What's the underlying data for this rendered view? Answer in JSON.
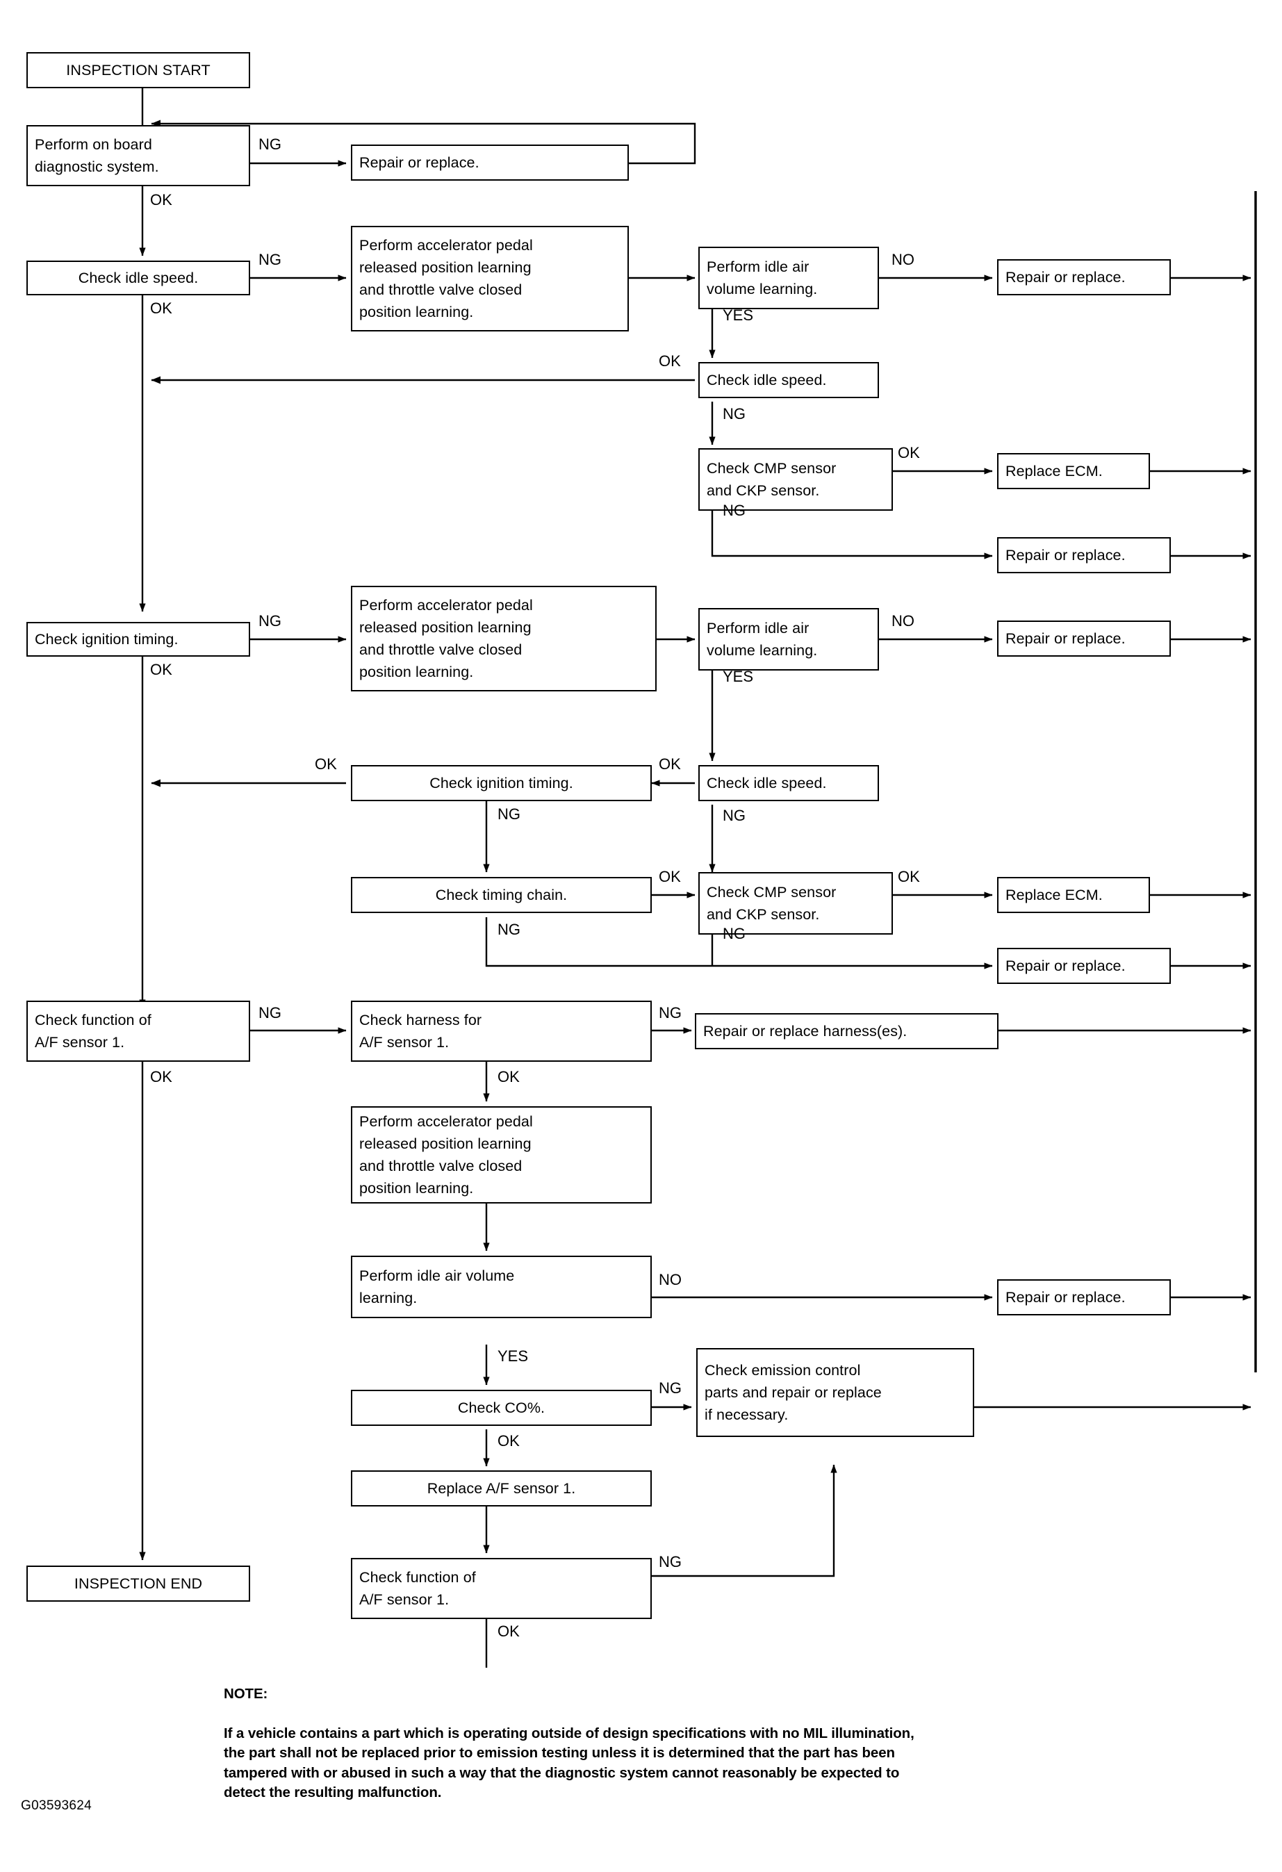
{
  "diagram": {
    "figure_id": "G03593624",
    "nodes": [
      {
        "id": "inspection-start",
        "label": "INSPECTION START"
      },
      {
        "id": "perform-obd",
        "label": "Perform on board\ndiagnostic system."
      },
      {
        "id": "repair-replace-1",
        "label": "Repair or replace."
      },
      {
        "id": "check-idle-speed-1",
        "label": "Check idle speed."
      },
      {
        "id": "perform-apl-1",
        "label": "Perform accelerator pedal\nreleased position learning\nand throttle valve closed\nposition learning."
      },
      {
        "id": "perform-iav-1",
        "label": "Perform idle air\nvolume learning."
      },
      {
        "id": "repair-replace-2",
        "label": "Repair or replace."
      },
      {
        "id": "check-idle-speed-2",
        "label": "Check idle speed."
      },
      {
        "id": "check-cmp-ckp-1",
        "label": "Check CMP sensor\nand CKP sensor."
      },
      {
        "id": "replace-ecm-1",
        "label": "Replace ECM."
      },
      {
        "id": "repair-replace-3",
        "label": "Repair or replace."
      },
      {
        "id": "check-ignition-timing-1",
        "label": "Check ignition timing."
      },
      {
        "id": "perform-apl-2",
        "label": "Perform accelerator pedal\nreleased position learning\nand throttle valve closed\nposition learning."
      },
      {
        "id": "perform-iav-2",
        "label": "Perform idle air\nvolume learning."
      },
      {
        "id": "repair-replace-4",
        "label": "Repair or replace."
      },
      {
        "id": "check-ignition-timing-2",
        "label": "Check ignition timing."
      },
      {
        "id": "check-idle-speed-3",
        "label": "Check idle speed."
      },
      {
        "id": "check-timing-chain",
        "label": "Check timing chain."
      },
      {
        "id": "check-cmp-ckp-2",
        "label": "Check CMP sensor\nand CKP sensor."
      },
      {
        "id": "replace-ecm-2",
        "label": "Replace ECM."
      },
      {
        "id": "repair-replace-5",
        "label": "Repair or replace."
      },
      {
        "id": "check-af-function-1",
        "label": "Check function of\nA/F sensor 1."
      },
      {
        "id": "check-af-harness",
        "label": "Check harness for\nA/F sensor 1."
      },
      {
        "id": "repair-replace-harness",
        "label": "Repair or replace harness(es)."
      },
      {
        "id": "perform-apl-3",
        "label": "Perform accelerator pedal\nreleased position learning\nand throttle valve closed\nposition learning."
      },
      {
        "id": "perform-iav-3",
        "label": "Perform idle air volume\nlearning."
      },
      {
        "id": "repair-replace-6",
        "label": "Repair or replace."
      },
      {
        "id": "check-co",
        "label": "Check CO%."
      },
      {
        "id": "check-emission-control",
        "label": "Check emission control\nparts and repair or replace\nif necessary."
      },
      {
        "id": "replace-af-sensor",
        "label": "Replace A/F sensor 1."
      },
      {
        "id": "check-af-function-2",
        "label": "Check function of\nA/F sensor 1."
      },
      {
        "id": "inspection-end",
        "label": "INSPECTION END"
      }
    ],
    "edge_labels": [
      {
        "id": "lbl-obd-ng",
        "text": "NG"
      },
      {
        "id": "lbl-obd-ok",
        "text": "OK"
      },
      {
        "id": "lbl-idle1-ng",
        "text": "NG"
      },
      {
        "id": "lbl-idle1-ok",
        "text": "OK"
      },
      {
        "id": "lbl-iav1-no",
        "text": "NO"
      },
      {
        "id": "lbl-iav1-yes",
        "text": "YES"
      },
      {
        "id": "lbl-idle2-ok",
        "text": "OK"
      },
      {
        "id": "lbl-idle2-ng",
        "text": "NG"
      },
      {
        "id": "lbl-cmp1-ok",
        "text": "OK"
      },
      {
        "id": "lbl-cmp1-ng",
        "text": "NG"
      },
      {
        "id": "lbl-ign1-ng",
        "text": "NG"
      },
      {
        "id": "lbl-ign1-ok",
        "text": "OK"
      },
      {
        "id": "lbl-iav2-no",
        "text": "NO"
      },
      {
        "id": "lbl-iav2-yes",
        "text": "YES"
      },
      {
        "id": "lbl-idle3-ok",
        "text": "OK"
      },
      {
        "id": "lbl-ign2-ok",
        "text": "OK"
      },
      {
        "id": "lbl-ign2-ng",
        "text": "NG"
      },
      {
        "id": "lbl-idle3-ng",
        "text": "NG"
      },
      {
        "id": "lbl-chain-ok",
        "text": "OK"
      },
      {
        "id": "lbl-chain-ng",
        "text": "NG"
      },
      {
        "id": "lbl-cmp2-ok",
        "text": "OK"
      },
      {
        "id": "lbl-cmp2-ng",
        "text": "NG"
      },
      {
        "id": "lbl-af1-ng",
        "text": "NG"
      },
      {
        "id": "lbl-af1-ok",
        "text": "OK"
      },
      {
        "id": "lbl-harness-ng",
        "text": "NG"
      },
      {
        "id": "lbl-harness-ok",
        "text": "OK"
      },
      {
        "id": "lbl-iav3-no",
        "text": "NO"
      },
      {
        "id": "lbl-iav3-yes",
        "text": "YES"
      },
      {
        "id": "lbl-co-ng",
        "text": "NG"
      },
      {
        "id": "lbl-co-ok",
        "text": "OK"
      },
      {
        "id": "lbl-af2-ng",
        "text": "NG"
      },
      {
        "id": "lbl-af2-ok",
        "text": "OK"
      }
    ],
    "note": {
      "header": "NOTE:",
      "body": "If a vehicle contains a part which is operating outside of design specifications with no MIL illumination,\nthe part shall not be replaced prior to emission testing unless it is determined that the part has been\ntampered with or abused in such a way that the diagnostic system cannot reasonably be expected to\ndetect the resulting malfunction."
    }
  }
}
